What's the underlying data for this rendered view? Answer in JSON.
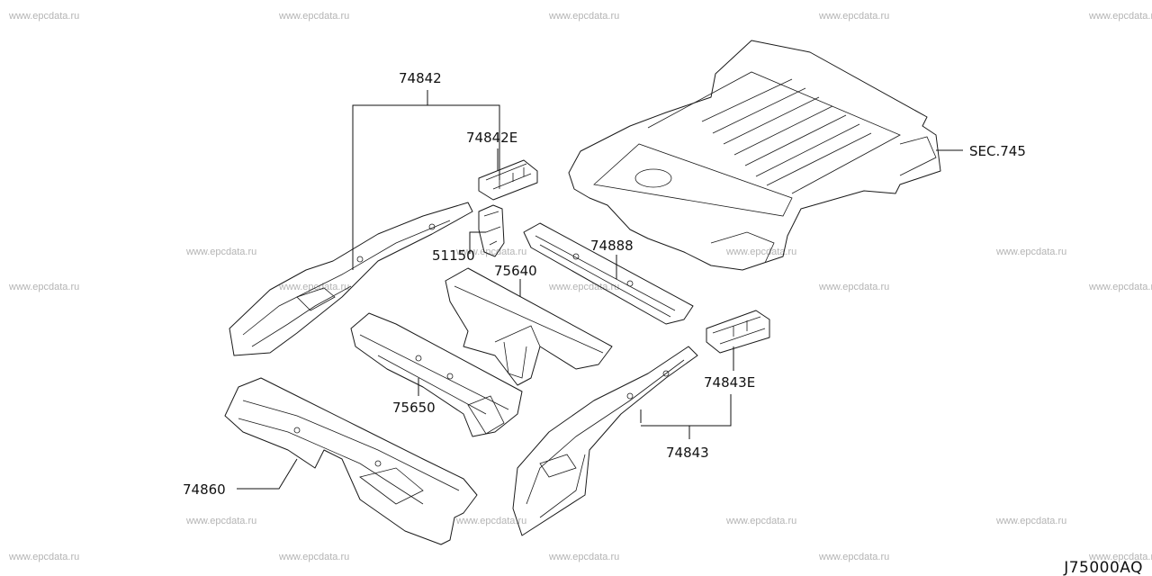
{
  "watermark": "www.epcdata.ru",
  "drawing_number": "J75000AQ",
  "reference": "SEC.745",
  "parts": {
    "p74842": "74842",
    "p74842E": "74842E",
    "p51150": "51150",
    "p75640": "75640",
    "p74888": "74888",
    "p75650": "75650",
    "p74843E": "74843E",
    "p74843": "74843",
    "p74860": "74860"
  }
}
